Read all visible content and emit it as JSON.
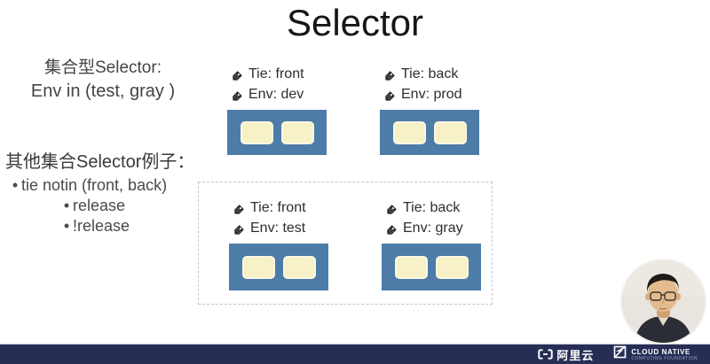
{
  "title": "Selector",
  "left_panel": {
    "selector_example": {
      "heading": "集合型Selector:",
      "expression": "Env in (test, gray )"
    },
    "other_examples": {
      "heading": "其他集合Selector例子：",
      "bullet_glyph": "•",
      "bullets": [
        "tie notin (front, back)",
        "release",
        "!release"
      ]
    }
  },
  "pod_groups": {
    "top_left": {
      "tie": "Tie: front",
      "env": "Env: dev"
    },
    "top_right": {
      "tie": "Tie: back",
      "env": "Env: prod"
    },
    "bottom_left": {
      "tie": "Tie: front",
      "env": "Env: test"
    },
    "bottom_right": {
      "tie": "Tie: back",
      "env": "Env: gray"
    }
  },
  "footer": {
    "alibaba_name": "阿里云",
    "cncf_title": "CLOUD NATIVE",
    "cncf_subtitle": "COMPUTING FOUNDATION"
  },
  "icons": {
    "label_tag": "tag-icon",
    "alibaba_mark": "alibaba-brackets-icon",
    "cncf_mark": "cncf-cube-icon",
    "webcam": "presenter-avatar"
  },
  "colors": {
    "pod_blue": "#4d7ca8",
    "container_cream": "#f7f1c8",
    "footer_navy": "#272e55",
    "dashed_border": "#c6c6c6",
    "text_dark": "#3c3c3c"
  }
}
